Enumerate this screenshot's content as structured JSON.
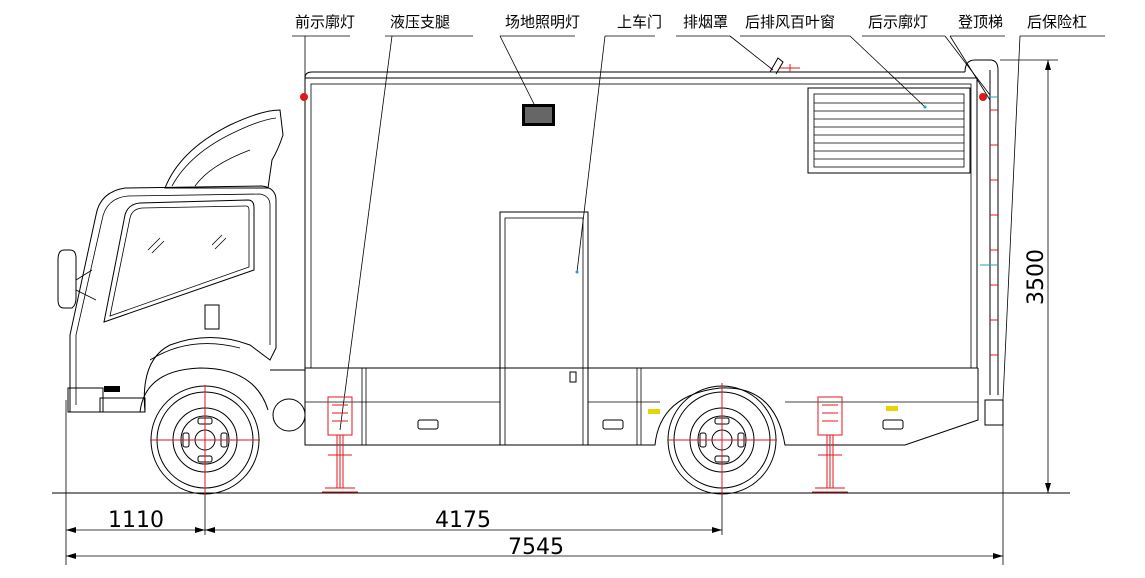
{
  "labels": {
    "front_marker_light": "前示廓灯",
    "hydraulic_leg": "液压支腿",
    "site_light": "场地照明灯",
    "upper_door": "上车门",
    "smoke_hood": "排烟罩",
    "rear_louver": "后排风百叶窗",
    "rear_marker_light": "后示廓灯",
    "roof_ladder": "登顶梯",
    "rear_bumper": "后保险杠"
  },
  "dimensions": {
    "front_overhang": "1110",
    "wheelbase": "4175",
    "overall_length": "7545",
    "overall_height": "3500"
  },
  "colors": {
    "line": "#000000",
    "hydraulic": "#e0181b",
    "accent": "#1aa3c4",
    "marker": "#e6d500"
  }
}
